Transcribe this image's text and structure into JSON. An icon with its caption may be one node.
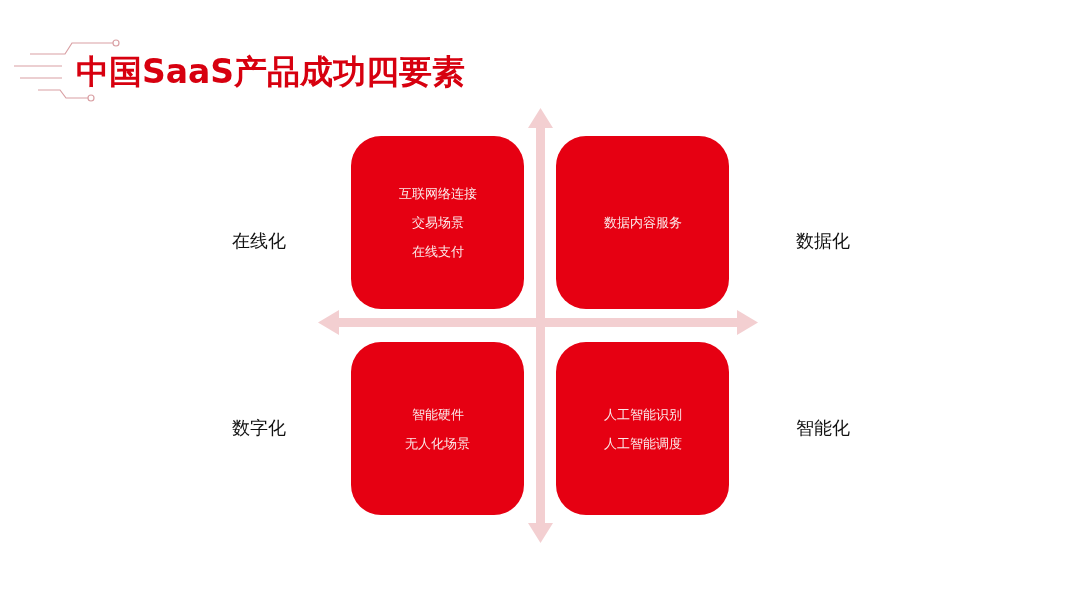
{
  "diagram": {
    "title": "中国SaaS产品成功四要素",
    "nodes": [
      {
        "text": [
          "互联网络连接",
          "交易场景",
          "在线支付"
        ]
      },
      {
        "text": [
          "数据内容服务"
        ]
      },
      {
        "text": [
          "智能硬件",
          "无人化场景"
        ]
      },
      {
        "text": [
          "人工智能识别",
          "人工智能调度"
        ]
      }
    ],
    "labels": [
      "在线化",
      "数据化",
      "数字化",
      "智能化"
    ]
  }
}
